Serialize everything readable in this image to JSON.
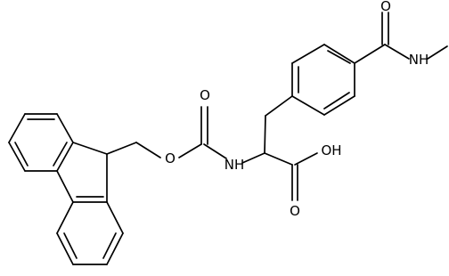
{
  "atoms": {
    "carbonyl_oxygen_fmoc": "O",
    "ester_oxygen": "O",
    "amine": "NH",
    "acid_hydroxyl": "OH",
    "acid_carbonyl_oxygen": "O",
    "amide_oxygen": "O",
    "amide_nitrogen": "NH"
  }
}
